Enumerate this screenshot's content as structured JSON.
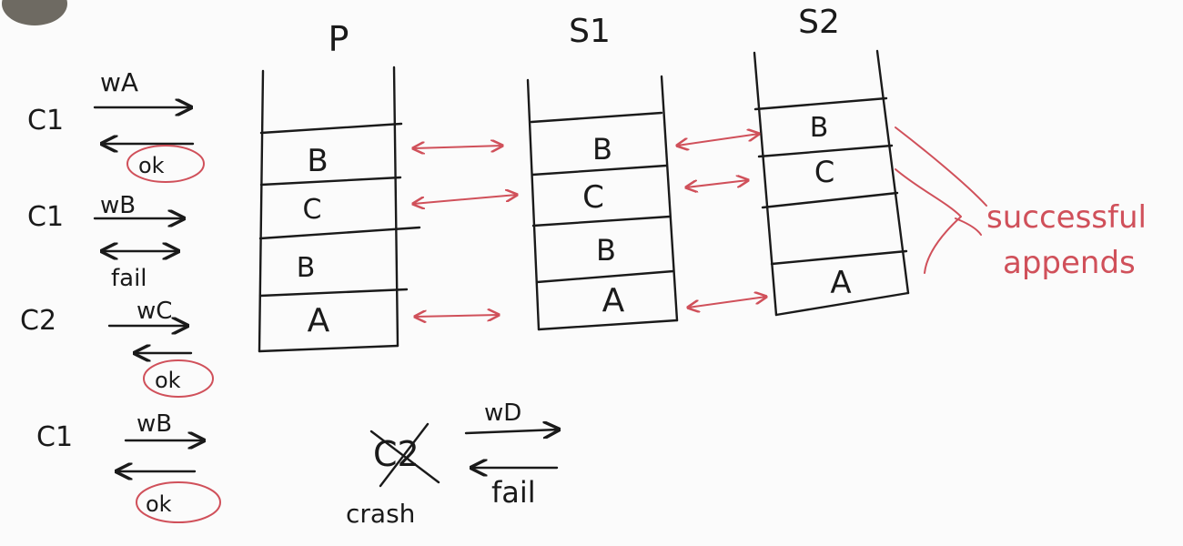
{
  "columns": {
    "p": {
      "title": "P",
      "cells": [
        "B",
        "C",
        "B",
        "A"
      ]
    },
    "s1": {
      "title": "S1",
      "cells": [
        "B",
        "C",
        "B",
        "A"
      ]
    },
    "s2": {
      "title": "S2",
      "cells": [
        "B",
        "C",
        "",
        "A"
      ]
    }
  },
  "brace_label": [
    "successful",
    "appends"
  ],
  "client_ops": [
    {
      "client": "C1",
      "request": "wA",
      "response": "ok",
      "response_circled": true
    },
    {
      "client": "C1",
      "request": "wB",
      "response": "fail",
      "response_circled": false
    },
    {
      "client": "C2",
      "request": "wC",
      "response": "ok",
      "response_circled": true
    },
    {
      "client": "C1",
      "request": "wB",
      "response": "ok",
      "response_circled": true
    }
  ],
  "crash_op": {
    "client": "C2",
    "status": "crash",
    "request": "wD",
    "response": "fail"
  },
  "colors": {
    "ink": "#1a1a1a",
    "annotation": "#d0505a",
    "paper": "#fbfbfb"
  },
  "icons": {
    "crash_mark": "cross-out",
    "corner_blob": "ink-smudge"
  }
}
